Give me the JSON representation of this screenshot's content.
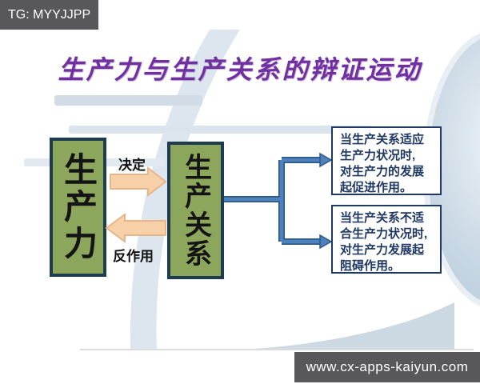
{
  "banners": {
    "top_left": "TG: MYYJJPP",
    "bottom_right": "www.cx-apps-kaiyun.com"
  },
  "slide": {
    "title": "生产力与生产关系的辩证运动",
    "left_box": {
      "label": "生产力"
    },
    "right_box": {
      "label": "生产关系"
    },
    "arrows": {
      "forward_label": "决定",
      "backward_label": "反作用"
    },
    "outcomes": [
      {
        "lines": [
          "当生产关系适应",
          "生产力状况时,",
          "对生产力的发展",
          "起促进作用。"
        ]
      },
      {
        "lines": [
          "当生产关系不适",
          "合生产力状况时,",
          "对生产力发展起",
          "阻碍作用。"
        ]
      }
    ]
  },
  "colors": {
    "title": "#7030a0",
    "box_fill": "#8ca65c",
    "box_border": "#1e3c50",
    "box_text": "#141414",
    "arrow_fill": "#f7d0a8",
    "arrow_stroke": "#e5b68a",
    "connector": "#4f81bd",
    "connector_dark": "#2d5986",
    "outcome_border": "#1f3864",
    "outcome_text": "#1f3864",
    "banner_bg": "#58585b",
    "banner_text": "#ffffff",
    "decor_light": "#dde6ee",
    "decor_mid": "#c2d2e0"
  }
}
